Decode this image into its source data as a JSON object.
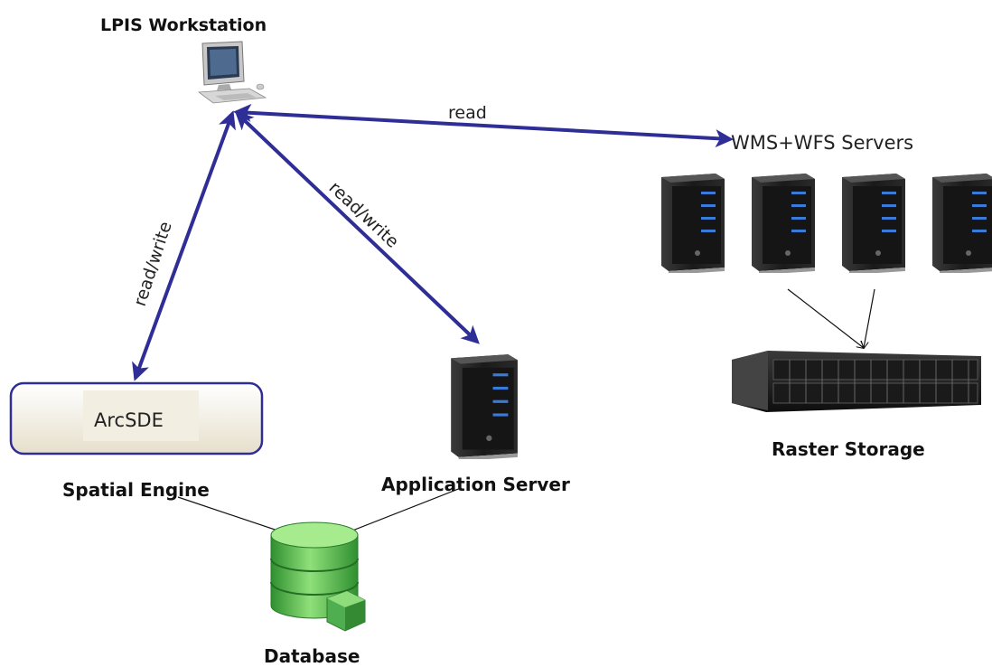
{
  "nodes": {
    "workstation": {
      "label": "LPIS Workstation",
      "icon": "desktop-computer-icon"
    },
    "wms_wfs": {
      "label": "WMS+WFS Servers",
      "icon": "tower-server-icon"
    },
    "arcsde": {
      "box_label": "ArcSDE",
      "caption": "Spatial Engine"
    },
    "app_server": {
      "label": "Application Server",
      "icon": "tower-server-icon"
    },
    "raster": {
      "label": "Raster Storage",
      "icon": "rack-storage-icon"
    },
    "database": {
      "label": "Database",
      "icon": "database-cylinder-icon"
    }
  },
  "edges": {
    "ws_to_wms": "read",
    "ws_to_arcsde": "read/write",
    "ws_to_app": "read/write"
  },
  "colors": {
    "edge_main": "#2e2e96",
    "edge_thin": "#111111",
    "arcsde_border": "#2e2e96",
    "database_green": "#3aa63a"
  }
}
